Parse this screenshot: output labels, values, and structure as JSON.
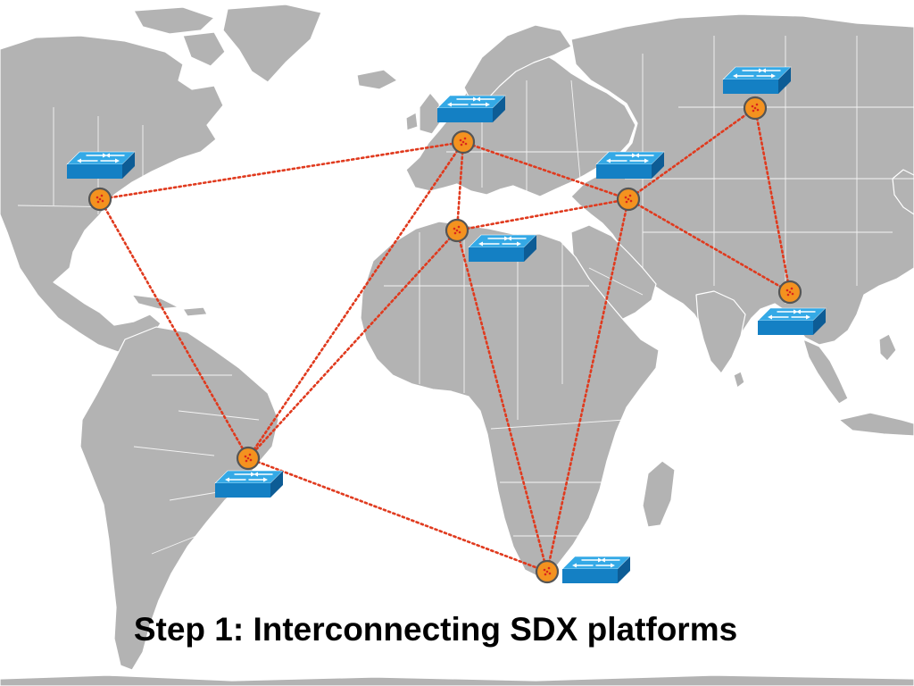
{
  "slide": {
    "title": "Step 1: Interconnecting SDX platforms"
  },
  "colors": {
    "land": "#b3b3b3",
    "ocean": "#ffffff",
    "link": "#e03a1e",
    "node_fill": "#f4921f",
    "node_outline": "#555555",
    "switch_top": "#34a9e6",
    "switch_front": "#1480c4"
  },
  "nodes": [
    {
      "id": "north-america-east",
      "icon": "network-switch-icon"
    },
    {
      "id": "western-europe",
      "icon": "network-switch-icon"
    },
    {
      "id": "north-africa",
      "icon": "network-switch-icon"
    },
    {
      "id": "middle-east",
      "icon": "network-switch-icon"
    },
    {
      "id": "central-asia",
      "icon": "network-switch-icon"
    },
    {
      "id": "south-asia",
      "icon": "network-switch-icon"
    },
    {
      "id": "south-america-east",
      "icon": "network-switch-icon"
    },
    {
      "id": "southern-africa",
      "icon": "network-switch-icon"
    }
  ],
  "links": [
    [
      "north-america-east",
      "western-europe"
    ],
    [
      "north-america-east",
      "south-america-east"
    ],
    [
      "western-europe",
      "north-africa"
    ],
    [
      "western-europe",
      "middle-east"
    ],
    [
      "western-europe",
      "south-america-east"
    ],
    [
      "north-africa",
      "middle-east"
    ],
    [
      "north-africa",
      "south-america-east"
    ],
    [
      "north-africa",
      "southern-africa"
    ],
    [
      "middle-east",
      "central-asia"
    ],
    [
      "middle-east",
      "south-asia"
    ],
    [
      "middle-east",
      "southern-africa"
    ],
    [
      "central-asia",
      "south-asia"
    ],
    [
      "south-america-east",
      "southern-africa"
    ]
  ]
}
